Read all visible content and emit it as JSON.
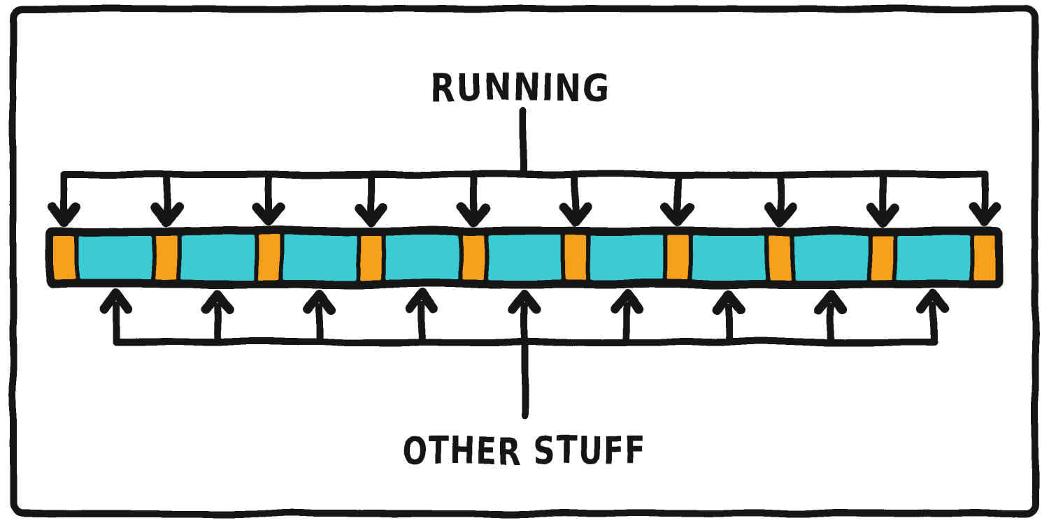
{
  "diagram": {
    "top_label": "RUNNING",
    "bottom_label": "OTHER STUFF",
    "colors": {
      "ink": "#131313",
      "running": "#f5a01e",
      "other": "#3acbd3",
      "background": "#ffffff"
    },
    "timeline": {
      "description": "Hand-drawn horizontal timeline bar of alternating slices; narrow orange slices are RUNNING, wide cyan slices are OTHER STUFF",
      "running_slice_count": 10,
      "other_slice_count": 9,
      "segments": [
        "running",
        "other",
        "running",
        "other",
        "running",
        "other",
        "running",
        "other",
        "running",
        "other",
        "running",
        "other",
        "running",
        "other",
        "running",
        "other",
        "running",
        "other",
        "running"
      ]
    },
    "connectors": {
      "top": {
        "arrow_count": 10,
        "direction": "down",
        "targets": "running-slices"
      },
      "bottom": {
        "arrow_count": 9,
        "direction": "up",
        "targets": "other-slices"
      }
    }
  }
}
